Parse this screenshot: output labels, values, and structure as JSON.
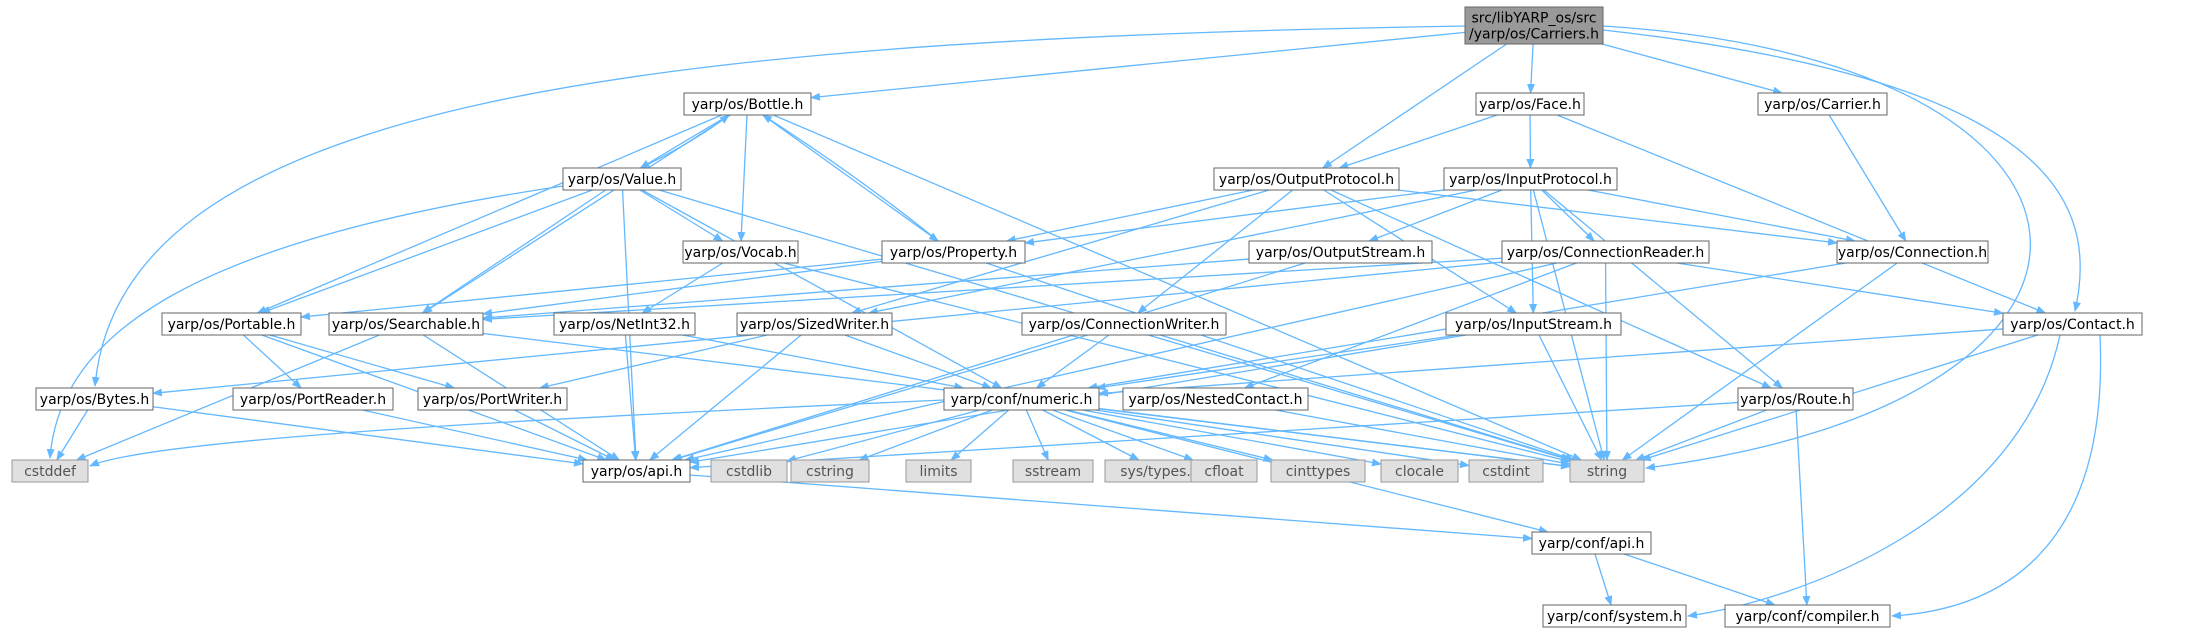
{
  "nodes": [
    {
      "id": "root",
      "label": [
        "src/libYARP_os/src",
        "/yarp/os/Carriers.h"
      ],
      "kind": "root"
    },
    {
      "id": "bottle",
      "label": [
        "yarp/os/Bottle.h"
      ],
      "kind": "normal"
    },
    {
      "id": "face",
      "label": [
        "yarp/os/Face.h"
      ],
      "kind": "normal"
    },
    {
      "id": "carrier",
      "label": [
        "yarp/os/Carrier.h"
      ],
      "kind": "normal"
    },
    {
      "id": "value",
      "label": [
        "yarp/os/Value.h"
      ],
      "kind": "normal"
    },
    {
      "id": "outputprotocol",
      "label": [
        "yarp/os/OutputProtocol.h"
      ],
      "kind": "normal"
    },
    {
      "id": "inputprotocol",
      "label": [
        "yarp/os/InputProtocol.h"
      ],
      "kind": "normal"
    },
    {
      "id": "vocab",
      "label": [
        "yarp/os/Vocab.h"
      ],
      "kind": "normal"
    },
    {
      "id": "property",
      "label": [
        "yarp/os/Property.h"
      ],
      "kind": "normal"
    },
    {
      "id": "outputstream",
      "label": [
        "yarp/os/OutputStream.h"
      ],
      "kind": "normal"
    },
    {
      "id": "connectionreader",
      "label": [
        "yarp/os/ConnectionReader.h"
      ],
      "kind": "normal"
    },
    {
      "id": "connection",
      "label": [
        "yarp/os/Connection.h"
      ],
      "kind": "normal"
    },
    {
      "id": "portable",
      "label": [
        "yarp/os/Portable.h"
      ],
      "kind": "normal"
    },
    {
      "id": "searchable",
      "label": [
        "yarp/os/Searchable.h"
      ],
      "kind": "normal"
    },
    {
      "id": "netint32",
      "label": [
        "yarp/os/NetInt32.h"
      ],
      "kind": "normal"
    },
    {
      "id": "sizedwriter",
      "label": [
        "yarp/os/SizedWriter.h"
      ],
      "kind": "normal"
    },
    {
      "id": "connectionwriter",
      "label": [
        "yarp/os/ConnectionWriter.h"
      ],
      "kind": "normal"
    },
    {
      "id": "inputstream",
      "label": [
        "yarp/os/InputStream.h"
      ],
      "kind": "normal"
    },
    {
      "id": "contact",
      "label": [
        "yarp/os/Contact.h"
      ],
      "kind": "normal"
    },
    {
      "id": "bytes",
      "label": [
        "yarp/os/Bytes.h"
      ],
      "kind": "normal"
    },
    {
      "id": "portreader",
      "label": [
        "yarp/os/PortReader.h"
      ],
      "kind": "normal"
    },
    {
      "id": "portwriter",
      "label": [
        "yarp/os/PortWriter.h"
      ],
      "kind": "normal"
    },
    {
      "id": "numeric",
      "label": [
        "yarp/conf/numeric.h"
      ],
      "kind": "normal"
    },
    {
      "id": "nestedcontact",
      "label": [
        "yarp/os/NestedContact.h"
      ],
      "kind": "normal"
    },
    {
      "id": "route",
      "label": [
        "yarp/os/Route.h"
      ],
      "kind": "normal"
    },
    {
      "id": "cstddef",
      "label": [
        "cstddef"
      ],
      "kind": "system"
    },
    {
      "id": "osapi",
      "label": [
        "yarp/os/api.h"
      ],
      "kind": "normal"
    },
    {
      "id": "cstdlib",
      "label": [
        "cstdlib"
      ],
      "kind": "system"
    },
    {
      "id": "cstring",
      "label": [
        "cstring"
      ],
      "kind": "system"
    },
    {
      "id": "limits",
      "label": [
        "limits"
      ],
      "kind": "system"
    },
    {
      "id": "sstream",
      "label": [
        "sstream"
      ],
      "kind": "system"
    },
    {
      "id": "systypes",
      "label": [
        "sys/types.h"
      ],
      "kind": "system"
    },
    {
      "id": "cfloat",
      "label": [
        "cfloat"
      ],
      "kind": "system"
    },
    {
      "id": "cinttypes",
      "label": [
        "cinttypes"
      ],
      "kind": "system"
    },
    {
      "id": "clocale",
      "label": [
        "clocale"
      ],
      "kind": "system"
    },
    {
      "id": "cstdint",
      "label": [
        "cstdint"
      ],
      "kind": "system"
    },
    {
      "id": "string",
      "label": [
        "string"
      ],
      "kind": "system"
    },
    {
      "id": "confapi",
      "label": [
        "yarp/conf/api.h"
      ],
      "kind": "normal"
    },
    {
      "id": "system",
      "label": [
        "yarp/conf/system.h"
      ],
      "kind": "normal"
    },
    {
      "id": "compiler",
      "label": [
        "yarp/conf/compiler.h"
      ],
      "kind": "normal"
    }
  ],
  "edges": [
    [
      "root",
      "bottle"
    ],
    [
      "root",
      "face"
    ],
    [
      "root",
      "carrier"
    ],
    [
      "root",
      "outputprotocol"
    ],
    [
      "root",
      "contact"
    ],
    [
      "root",
      "bytes"
    ],
    [
      "root",
      "string"
    ],
    [
      "bottle",
      "value"
    ],
    [
      "bottle",
      "vocab"
    ],
    [
      "bottle",
      "property"
    ],
    [
      "bottle",
      "portable"
    ],
    [
      "bottle",
      "searchable"
    ],
    [
      "bottle",
      "string"
    ],
    [
      "value",
      "bottle"
    ],
    [
      "value",
      "vocab"
    ],
    [
      "value",
      "portable"
    ],
    [
      "value",
      "searchable"
    ],
    [
      "value",
      "numeric"
    ],
    [
      "value",
      "osapi"
    ],
    [
      "value",
      "string"
    ],
    [
      "value",
      "cstddef"
    ],
    [
      "face",
      "outputprotocol"
    ],
    [
      "face",
      "inputprotocol"
    ],
    [
      "face",
      "contact"
    ],
    [
      "carrier",
      "connection"
    ],
    [
      "outputprotocol",
      "property"
    ],
    [
      "outputprotocol",
      "sizedwriter"
    ],
    [
      "outputprotocol",
      "connectionwriter"
    ],
    [
      "outputprotocol",
      "inputstream"
    ],
    [
      "outputprotocol",
      "connection"
    ],
    [
      "outputprotocol",
      "route"
    ],
    [
      "inputprotocol",
      "property"
    ],
    [
      "inputprotocol",
      "outputstream"
    ],
    [
      "inputprotocol",
      "connectionreader"
    ],
    [
      "inputprotocol",
      "connection"
    ],
    [
      "inputprotocol",
      "route"
    ],
    [
      "inputprotocol",
      "inputstream"
    ],
    [
      "inputprotocol",
      "sizedwriter"
    ],
    [
      "inputprotocol",
      "string"
    ],
    [
      "vocab",
      "netint32"
    ],
    [
      "vocab",
      "string"
    ],
    [
      "property",
      "bottle"
    ],
    [
      "property",
      "portable"
    ],
    [
      "property",
      "searchable"
    ],
    [
      "property",
      "string"
    ],
    [
      "outputstream",
      "searchable"
    ],
    [
      "outputstream",
      "osapi"
    ],
    [
      "connectionreader",
      "searchable"
    ],
    [
      "connectionreader",
      "bytes"
    ],
    [
      "connectionreader",
      "contact"
    ],
    [
      "connectionreader",
      "osapi"
    ],
    [
      "connectionreader",
      "nestedcontact"
    ],
    [
      "connectionreader",
      "string"
    ],
    [
      "connection",
      "numeric"
    ],
    [
      "connection",
      "string"
    ],
    [
      "portable",
      "portreader"
    ],
    [
      "portable",
      "portwriter"
    ],
    [
      "portable",
      "osapi"
    ],
    [
      "searchable",
      "osapi"
    ],
    [
      "searchable",
      "string"
    ],
    [
      "searchable",
      "cstddef"
    ],
    [
      "netint32",
      "numeric"
    ],
    [
      "netint32",
      "osapi"
    ],
    [
      "sizedwriter",
      "portwriter"
    ],
    [
      "sizedwriter",
      "numeric"
    ],
    [
      "sizedwriter",
      "osapi"
    ],
    [
      "connectionwriter",
      "numeric"
    ],
    [
      "connectionwriter",
      "osapi"
    ],
    [
      "connectionwriter",
      "string"
    ],
    [
      "inputstream",
      "numeric"
    ],
    [
      "inputstream",
      "osapi"
    ],
    [
      "inputstream",
      "string"
    ],
    [
      "contact",
      "numeric"
    ],
    [
      "contact",
      "string"
    ],
    [
      "contact",
      "system"
    ],
    [
      "contact",
      "compiler"
    ],
    [
      "bytes",
      "cstddef"
    ],
    [
      "bytes",
      "osapi"
    ],
    [
      "portreader",
      "osapi"
    ],
    [
      "portwriter",
      "osapi"
    ],
    [
      "numeric",
      "cstddef"
    ],
    [
      "numeric",
      "cstdlib"
    ],
    [
      "numeric",
      "cstring"
    ],
    [
      "numeric",
      "limits"
    ],
    [
      "numeric",
      "sstream"
    ],
    [
      "numeric",
      "systypes"
    ],
    [
      "numeric",
      "cfloat"
    ],
    [
      "numeric",
      "cinttypes"
    ],
    [
      "numeric",
      "clocale"
    ],
    [
      "numeric",
      "cstdint"
    ],
    [
      "numeric",
      "string"
    ],
    [
      "numeric",
      "confapi"
    ],
    [
      "nestedcontact",
      "string"
    ],
    [
      "route",
      "osapi"
    ],
    [
      "route",
      "string"
    ],
    [
      "route",
      "compiler"
    ],
    [
      "osapi",
      "confapi"
    ],
    [
      "confapi",
      "system"
    ],
    [
      "confapi",
      "compiler"
    ]
  ],
  "colors": {
    "edge": "#63b8ff",
    "node_border": "#666666",
    "node_fill": "#ffffff",
    "root_fill": "#999999",
    "system_fill": "#e0e0e0",
    "system_border": "#999999",
    "text": "#000000",
    "system_text": "#555555"
  }
}
